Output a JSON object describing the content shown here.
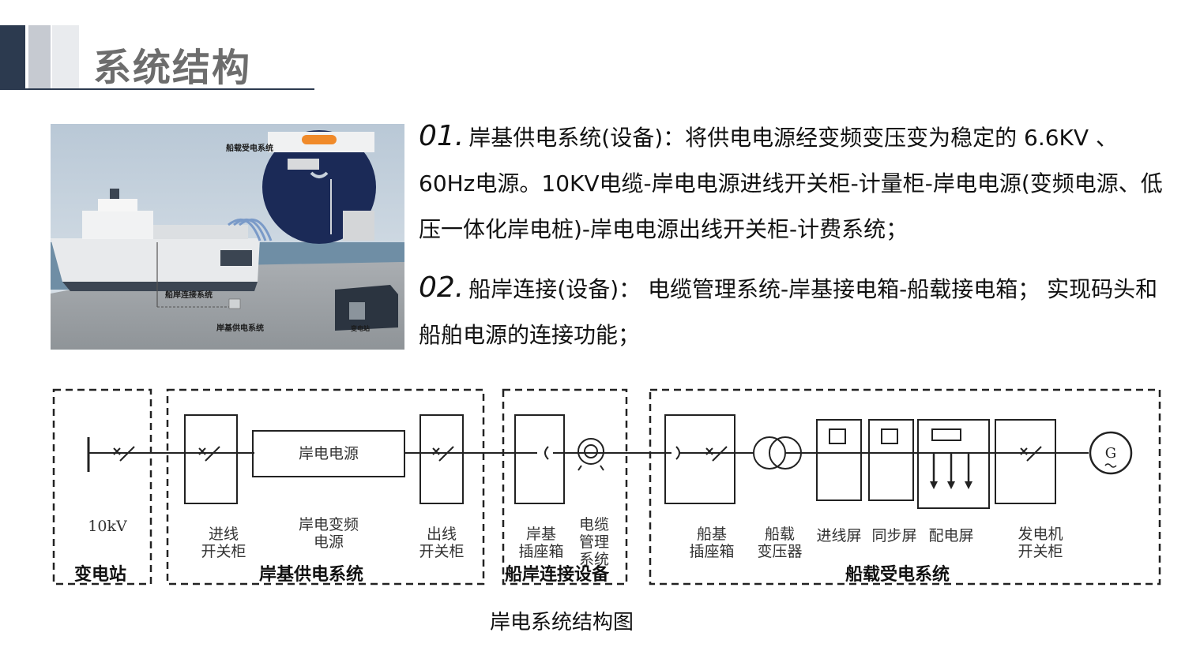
{
  "title": "系统结构",
  "photo": {
    "label_ship": "船载受电系统",
    "label_connection": "船岸连接系统",
    "label_shore": "岸基供电系统",
    "label_substation": "变电站"
  },
  "points": [
    {
      "num": "01.",
      "text": "岸基供电系统(设备)：将供电电源经变频变压变为稳定的 6.6KV 、60Hz电源。10KV电缆-岸电电源进线开关柜-计量柜-岸电电源(变频电源、低压一体化岸电桩)-岸电电源出线开关柜-计费系统；"
    },
    {
      "num": "02.",
      "text": "船岸连接(设备)： 电缆管理系统-岸基接电箱-船载接电箱； 实现码头和船舶电源的连接功能；"
    }
  ],
  "diagram": {
    "box_shore_power": "岸电电源",
    "labels": {
      "voltage": "10kV",
      "incoming_l1": "进线",
      "incoming_l2": "开关柜",
      "converter_l1": "岸电变频",
      "converter_l2": "电源",
      "outgoing_l1": "出线",
      "outgoing_l2": "开关柜",
      "shore_socket_l1": "岸基",
      "shore_socket_l2": "插座箱",
      "cable_mgmt_l1": "电缆",
      "cable_mgmt_l2": "管理",
      "cable_mgmt_l3": "系统",
      "ship_socket_l1": "船基",
      "ship_socket_l2": "插座箱",
      "ship_transformer_l1": "船载",
      "ship_transformer_l2": "变压器",
      "incoming_panel": "进线屏",
      "sync_panel": "同步屏",
      "distribution_panel": "配电屏",
      "generator_l1": "发电机",
      "generator_l2": "开关柜",
      "generator_symbol": "G"
    },
    "groups": {
      "substation": "变电站",
      "shore_supply": "岸基供电系统",
      "ship_shore": "船岸连接设备",
      "ship_receive": "船载受电系统"
    }
  },
  "caption": "岸电系统结构图"
}
